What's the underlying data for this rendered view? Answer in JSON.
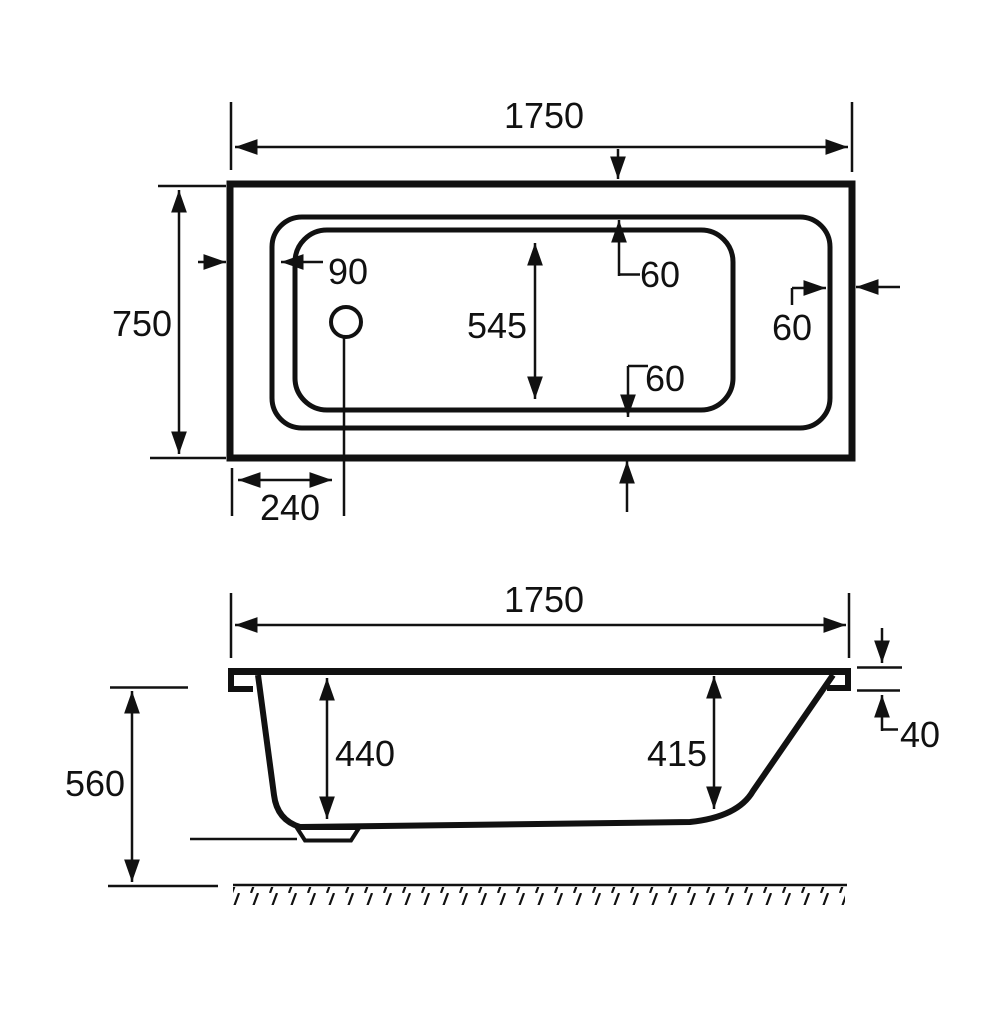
{
  "drawing": {
    "kind": "bath-technical-drawing",
    "line_color": "#111111",
    "background_color": "#ffffff"
  },
  "top_view": {
    "length": "1750",
    "width": "750",
    "rim_head": "90",
    "interior_width": "545",
    "rim_top": "60",
    "rim_bottom": "60",
    "rim_foot": "60",
    "waste_offset": "240"
  },
  "side_view": {
    "length": "1750",
    "overall_height": "560",
    "depth_head": "440",
    "depth_foot": "415",
    "rim_thickness": "40"
  }
}
